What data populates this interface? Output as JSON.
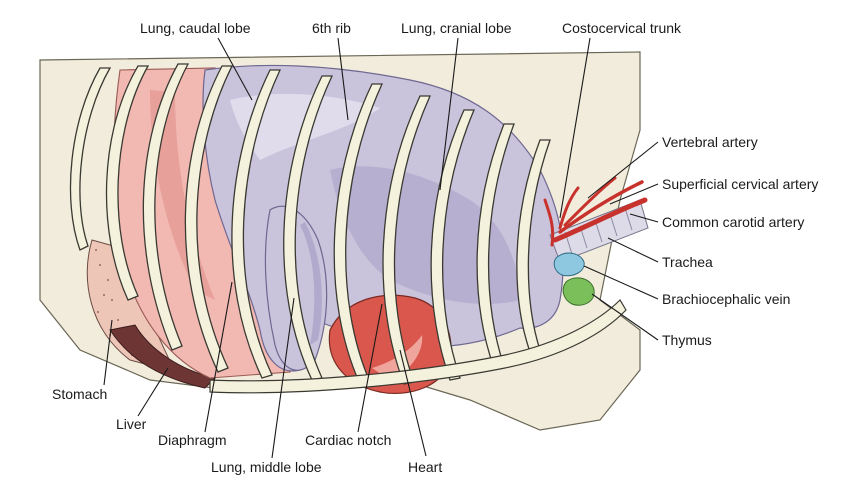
{
  "labels": {
    "lung_caudal_lobe": "Lung, caudal lobe",
    "sixth_rib": "6th rib",
    "lung_cranial_lobe": "Lung, cranial lobe",
    "costocervical_trunk": "Costocervical trunk",
    "vertebral_artery": "Vertebral artery",
    "superficial_cervical_artery": "Superficial cervical artery",
    "common_carotid_artery": "Common carotid artery",
    "trachea": "Trachea",
    "brachiocephalic_vein": "Brachiocephalic vein",
    "thymus": "Thymus",
    "stomach": "Stomach",
    "liver": "Liver",
    "diaphragm": "Diaphragm",
    "lung_middle_lobe": "Lung, middle lobe",
    "cardiac_notch": "Cardiac notch",
    "heart": "Heart"
  },
  "colors": {
    "lung": "#c9c3dc",
    "lung_highlight": "#e4e0ef",
    "lung_shadow": "#a79fc4",
    "diaphragm": "#f2b8b2",
    "diaphragm_dark": "#e49a94",
    "heart": "#d9574c",
    "heart_highlight": "#f0a59c",
    "liver": "#6e3535",
    "stomach": "#edc6b8",
    "rib": "#f4f1dd",
    "body_wall": "#f1ecdc",
    "artery": "#c8322c",
    "vein": "#8ec8e0",
    "thymus": "#7bbf5b",
    "trachea": "#dddbe8"
  }
}
